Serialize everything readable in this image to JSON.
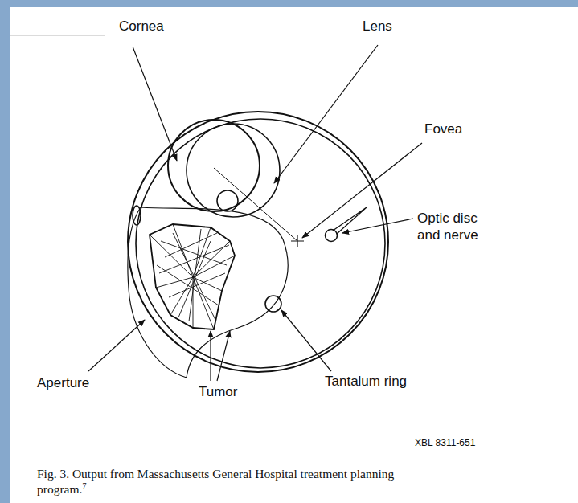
{
  "diagram": {
    "caption": "Fig. 3. Output from Massachusetts General Hospital treatment planning program.",
    "labels": [
      "Cornea",
      "Lens",
      "Fovea",
      "Optic disc and nerve",
      "Aperture",
      "Tumor",
      "Tantalum ring",
      "XBL 8311-651",
      "7"
    ]
  }
}
